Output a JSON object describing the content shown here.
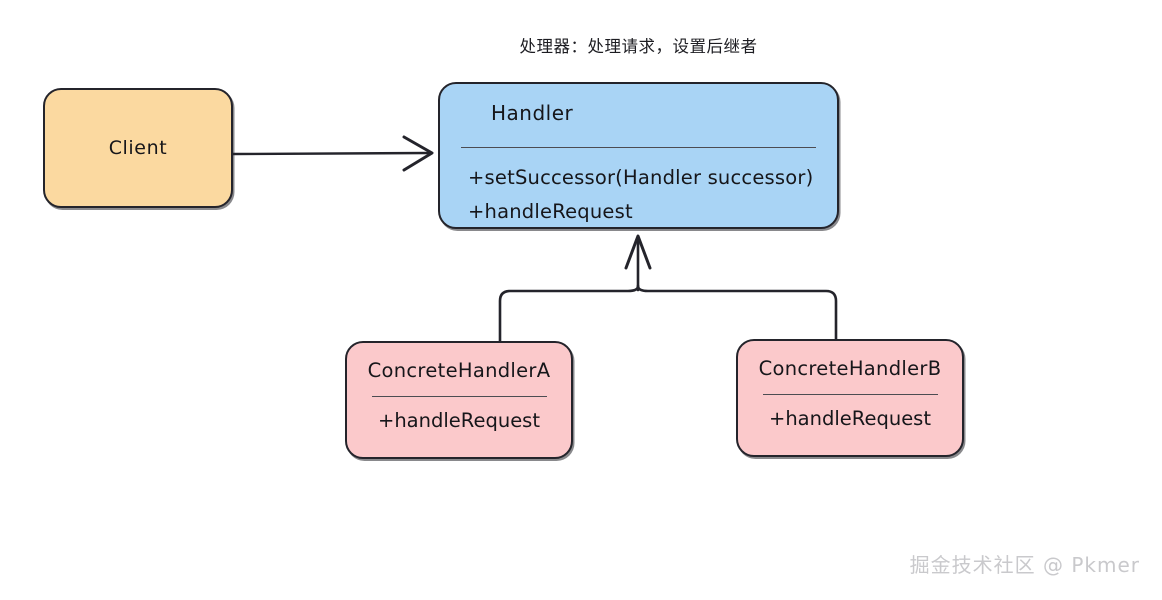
{
  "diagram": {
    "caption": "处理器：处理请求，设置后继者",
    "watermark": "掘金技术社区 @ Pkmer",
    "colors": {
      "client_fill": "#fbd9a0",
      "handler_fill": "#a9d4f5",
      "concrete_fill": "#fbc9cb",
      "stroke": "#24242b",
      "watermark": "#c9c9cc"
    },
    "nodes": {
      "client": {
        "title": "Client"
      },
      "handler": {
        "title": "Handler",
        "methods": [
          "+setSuccessor(Handler successor)",
          "+handleRequest"
        ]
      },
      "concrete_a": {
        "title": "ConcreteHandlerA",
        "method": "+handleRequest"
      },
      "concrete_b": {
        "title": "ConcreteHandlerB",
        "method": "+handleRequest"
      }
    },
    "edges": {
      "client_to_handler": "association-arrow",
      "concrete_a_to_handler": "generalization-arrow",
      "concrete_b_to_handler": "generalization-arrow"
    }
  }
}
